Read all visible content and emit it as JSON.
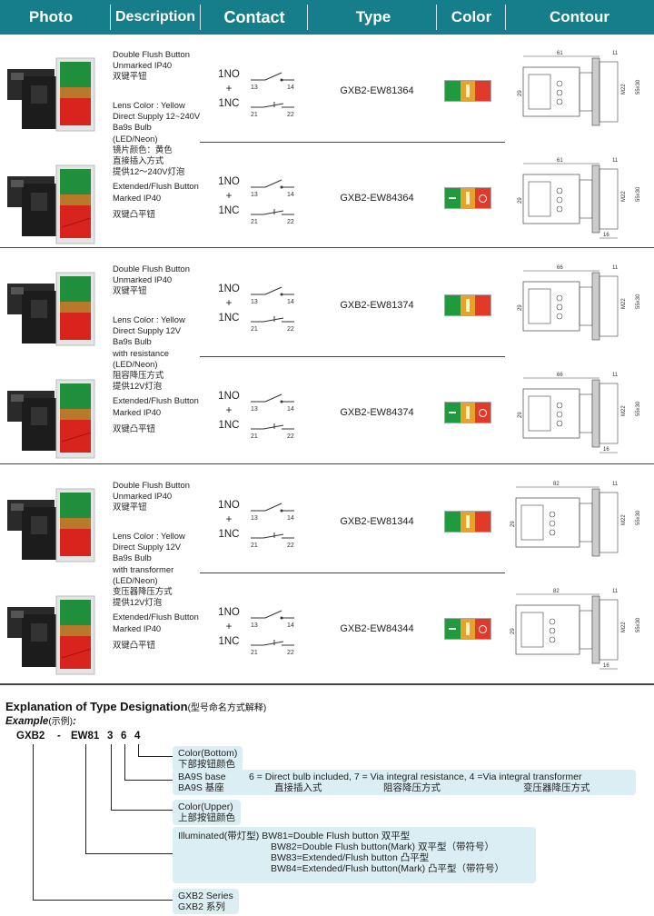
{
  "header": {
    "photo": "Photo",
    "description": "Description",
    "contact": "Contact",
    "type": "Type",
    "color": "Color",
    "contour": "Contour"
  },
  "contact": {
    "no": "1NO",
    "plus": "+",
    "nc": "1NC",
    "n13": "13",
    "n14": "14",
    "n21": "21",
    "n22": "22"
  },
  "dims": {
    "d61": "61",
    "d66": "66",
    "d82": "82",
    "d11": "11",
    "d16": "16",
    "d29": "29",
    "dM22": "M22",
    "d55": "55x30"
  },
  "groups": [
    {
      "desc": [
        "Lens Color : Yellow",
        "Direct Supply 12~240V",
        "Ba9s Bulb",
        "(LED/Neon)",
        "镜片颜色：黄色",
        "直接插入方式",
        "提供12～240V灯泡"
      ],
      "items": [
        {
          "desc": [
            "Double Flush Button",
            "Unmarked IP40",
            "双键平钮"
          ],
          "type": "GXB2-EW81364",
          "marked": false
        },
        {
          "desc": [
            "Extended/Flush Button",
            "Marked IP40",
            "双键凸平钮"
          ],
          "type": "GXB2-EW84364",
          "marked": true
        }
      ]
    },
    {
      "desc": [
        "Lens Color : Yellow",
        "Direct Supply 12V",
        "Ba9s Bulb",
        "with resistance",
        "(LED/Neon)",
        "阻容降压方式",
        "提供12V灯泡"
      ],
      "items": [
        {
          "desc": [
            "Double Flush Button",
            "Unmarked IP40",
            "双键平钮"
          ],
          "type": "GXB2-EW81374",
          "marked": false
        },
        {
          "desc": [
            "Extended/Flush Button",
            "Marked IP40",
            "双键凸平钮"
          ],
          "type": "GXB2-EW84374",
          "marked": true
        }
      ]
    },
    {
      "desc": [
        "Lens Color : Yellow",
        "Direct Supply 12V",
        "Ba9s Bulb",
        "with transformer",
        "(LED/Neon)",
        "变压器降压方式",
        "提供12V灯泡"
      ],
      "items": [
        {
          "desc": [
            "Double Flush Button",
            "Unmarked IP40",
            "双键平钮"
          ],
          "type": "GXB2-EW81344",
          "marked": false
        },
        {
          "desc": [
            "Extended/Flush Button",
            "Marked IP40",
            "双键凸平钮"
          ],
          "type": "GXB2-EW84344",
          "marked": true
        }
      ]
    }
  ],
  "explanation": {
    "title": "Explanation of Type Designation",
    "title_cn": "(型号命名方式解释)",
    "example": "Example",
    "example_cn": "(示例)",
    "codes": [
      "GXB2",
      "-",
      "EW81",
      "3",
      "6",
      "4"
    ],
    "boxes": {
      "color_bottom": [
        "Color(Bottom)",
        "下部按钮颜色"
      ],
      "base": [
        "BA9S base",
        "BA9S 基座"
      ],
      "base_desc": [
        "6 = Direct bulb included,  7 = Via integral resistance, 4 =Via integral transformer"
      ],
      "base_desc_cn": [
        "直接插入式",
        "阻容降压方式",
        "变压器降压方式"
      ],
      "color_upper": [
        "Color(Upper)",
        "上部按钮颜色"
      ],
      "illuminated": [
        "Illuminated(带灯型) BW81=Double Flush button 双平型",
        "BW82=Double Flush button(Mark)  双平型（带符号）",
        "BW83=Extended/Flush button 凸平型",
        "BW84=Extended/Flush button(Mark) 凸平型（带符号）"
      ],
      "series": [
        "GXB2 Series",
        "GXB2 系列"
      ]
    }
  }
}
